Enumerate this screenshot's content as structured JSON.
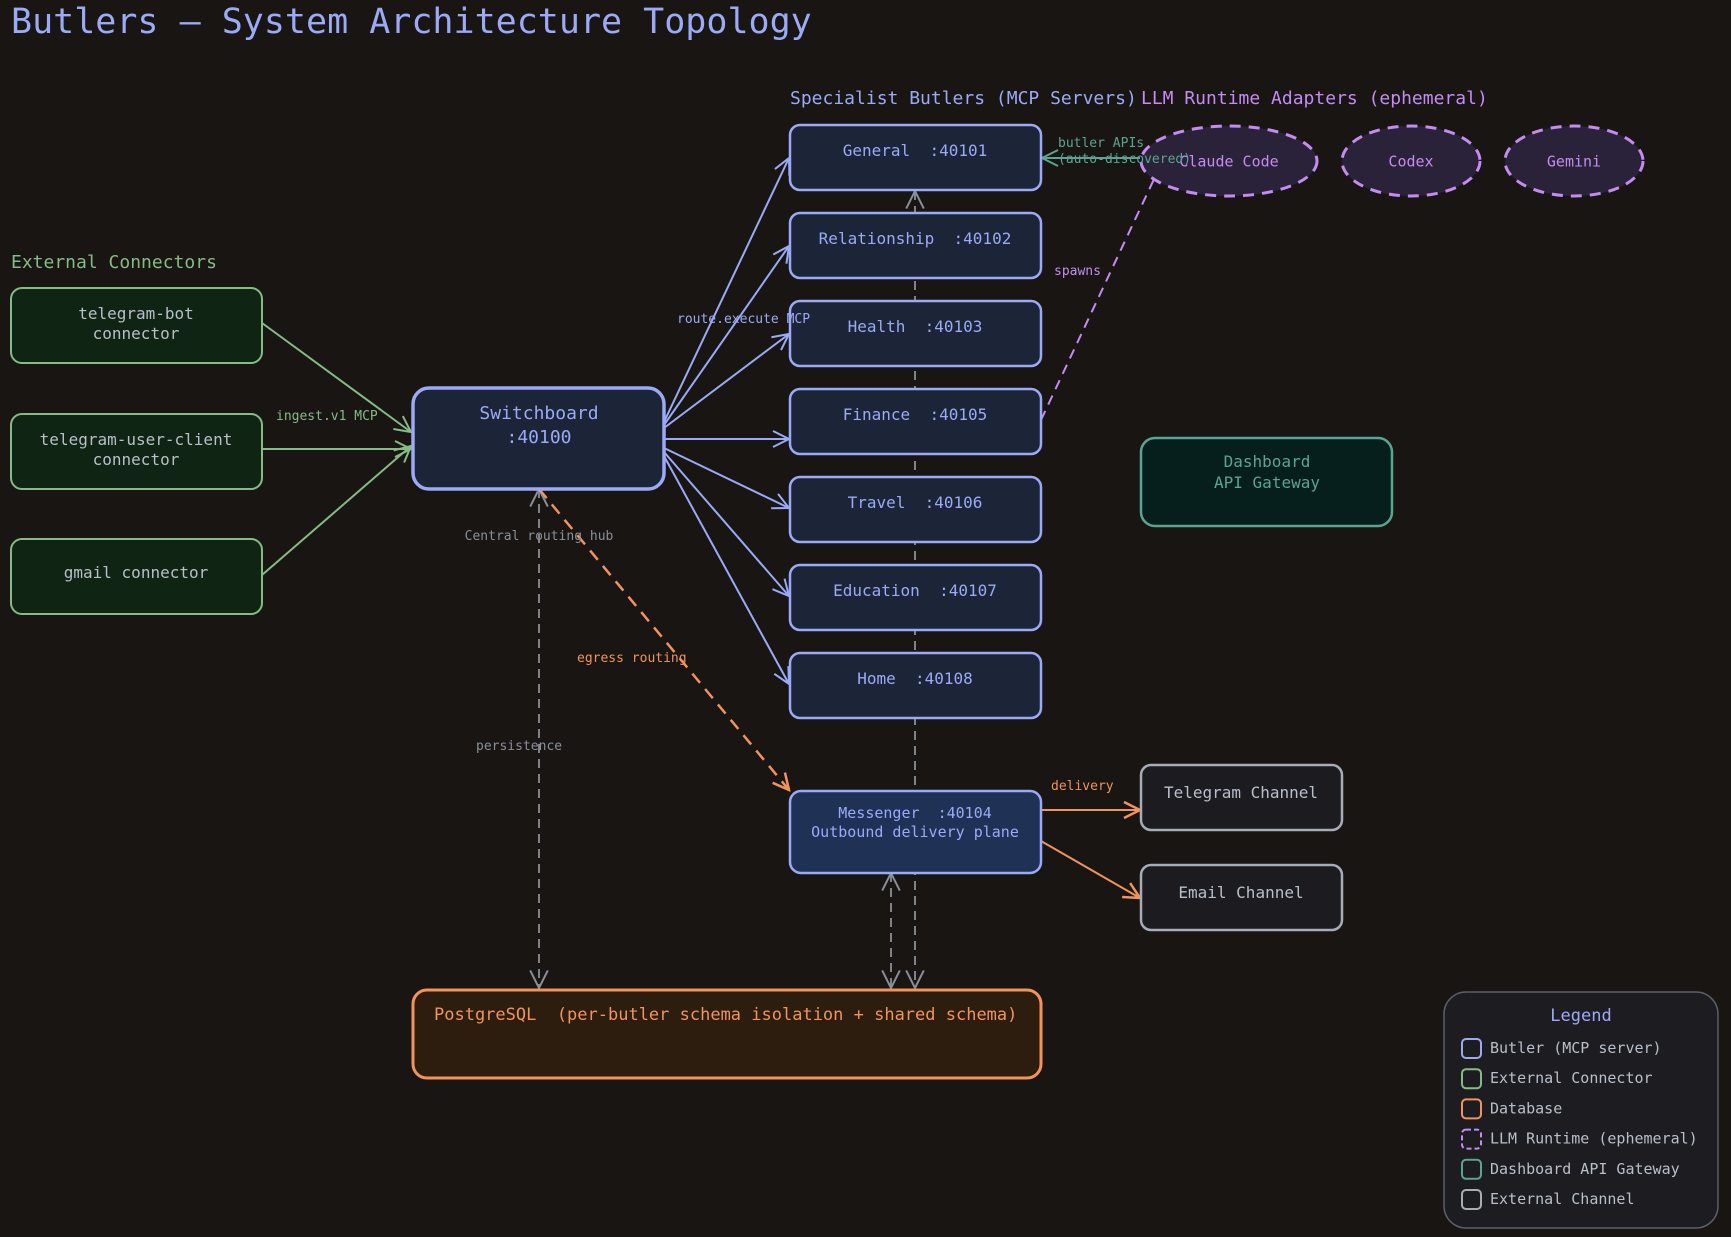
{
  "title": "Butlers — System Architecture Topology",
  "sections": {
    "connectors": "External Connectors",
    "specialists": "Specialist Butlers (MCP Servers)",
    "runtimes": "LLM Runtime Adapters (ephemeral)"
  },
  "colors": {
    "background": "#181513",
    "butler": "#9aaaf6",
    "connector": "#85bb84",
    "database": "#f2935b",
    "runtime": "#c48cf2",
    "gateway": "#5aa590",
    "channel": "#a7acb7",
    "persistence": "#8a8f98"
  },
  "connectors": {
    "telegram_bot": [
      "telegram-bot",
      "connector"
    ],
    "telegram_user": [
      "telegram-user-client",
      "connector"
    ],
    "gmail": [
      "gmail connector"
    ]
  },
  "switchboard": [
    "Switchboard",
    ":40100"
  ],
  "butlers": {
    "general": "General  :40101",
    "relationship": "Relationship  :40102",
    "health": "Health  :40103",
    "finance": "Finance  :40105",
    "travel": "Travel  :40106",
    "education": "Education  :40107",
    "home": "Home  :40108"
  },
  "messenger": [
    "Messenger  :40104",
    "Outbound delivery plane"
  ],
  "runtimes": {
    "claude": "Claude Code",
    "codex": "Codex",
    "gemini": "Gemini"
  },
  "dashboard": [
    "Dashboard",
    "API Gateway"
  ],
  "channels": {
    "telegram": "Telegram Channel",
    "email": "Email Channel"
  },
  "database": "PostgreSQL  (per-butler schema isolation + shared schema)",
  "edge_labels": {
    "ingest": "ingest.v1 MCP",
    "route": "route.execute MCP",
    "central": "Central routing hub",
    "egress": "egress routing",
    "persistence": "persistence",
    "spawns": "spawns",
    "butler_apis": [
      "butler APIs",
      "(auto-discovered)"
    ],
    "delivery": "delivery"
  },
  "legend": {
    "title": "Legend",
    "items": [
      {
        "label": "Butler (MCP server)",
        "color": "#9aaaf6",
        "dashed": false
      },
      {
        "label": "External Connector",
        "color": "#85bb84",
        "dashed": false
      },
      {
        "label": "Database",
        "color": "#f2935b",
        "dashed": false
      },
      {
        "label": "LLM Runtime (ephemeral)",
        "color": "#c48cf2",
        "dashed": true
      },
      {
        "label": "Dashboard API Gateway",
        "color": "#5aa590",
        "dashed": false
      },
      {
        "label": "External Channel",
        "color": "#a7acb7",
        "dashed": false
      }
    ]
  }
}
